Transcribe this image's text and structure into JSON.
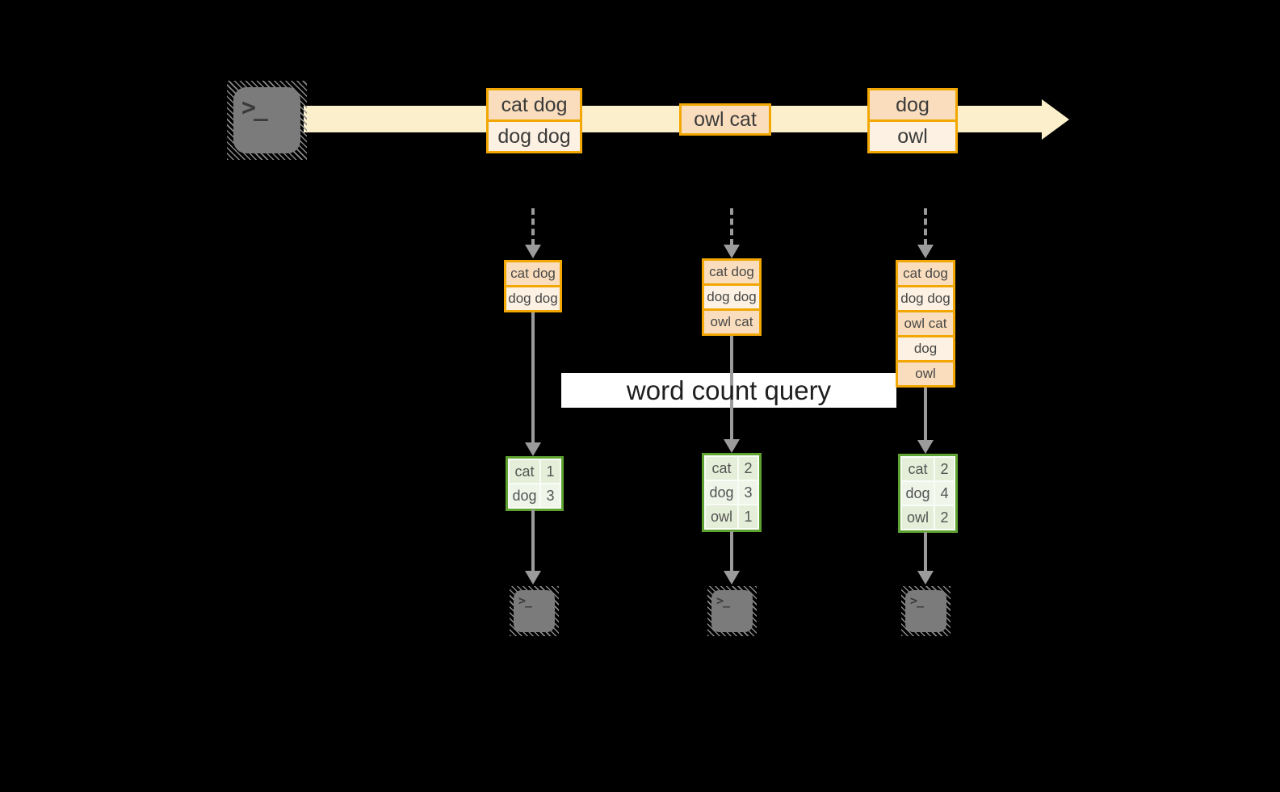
{
  "terminal_glyph": ">_",
  "stream": {
    "messages": [
      {
        "lines": [
          "cat dog",
          "dog dog"
        ]
      },
      {
        "lines": [
          "owl cat"
        ]
      },
      {
        "lines": [
          "dog",
          "owl"
        ]
      }
    ]
  },
  "query": {
    "label": "word count query"
  },
  "columns": [
    {
      "state": [
        "cat dog",
        "dog dog"
      ],
      "counts": [
        {
          "word": "cat",
          "count": "1"
        },
        {
          "word": "dog",
          "count": "3"
        }
      ]
    },
    {
      "state": [
        "cat dog",
        "dog dog",
        "owl cat"
      ],
      "counts": [
        {
          "word": "cat",
          "count": "2"
        },
        {
          "word": "dog",
          "count": "3"
        },
        {
          "word": "owl",
          "count": "1"
        }
      ]
    },
    {
      "state": [
        "cat dog",
        "dog dog",
        "owl cat",
        "dog",
        "owl"
      ],
      "counts": [
        {
          "word": "cat",
          "count": "2"
        },
        {
          "word": "dog",
          "count": "4"
        },
        {
          "word": "owl",
          "count": "2"
        }
      ]
    }
  ],
  "colors": {
    "background": "#000000",
    "stream_band": "#fbf0cb",
    "box_border": "#f2a703",
    "cell_peach": "#f9ddbd",
    "cell_cream": "#fcf1e2",
    "table_border": "#5ea331",
    "table_cell": "#e4eed8",
    "table_cell_alt": "#eff5e9",
    "arrow_gray": "#9b9b9b",
    "terminal_gray": "#7b7b7b",
    "query_band": "#ffffff"
  }
}
